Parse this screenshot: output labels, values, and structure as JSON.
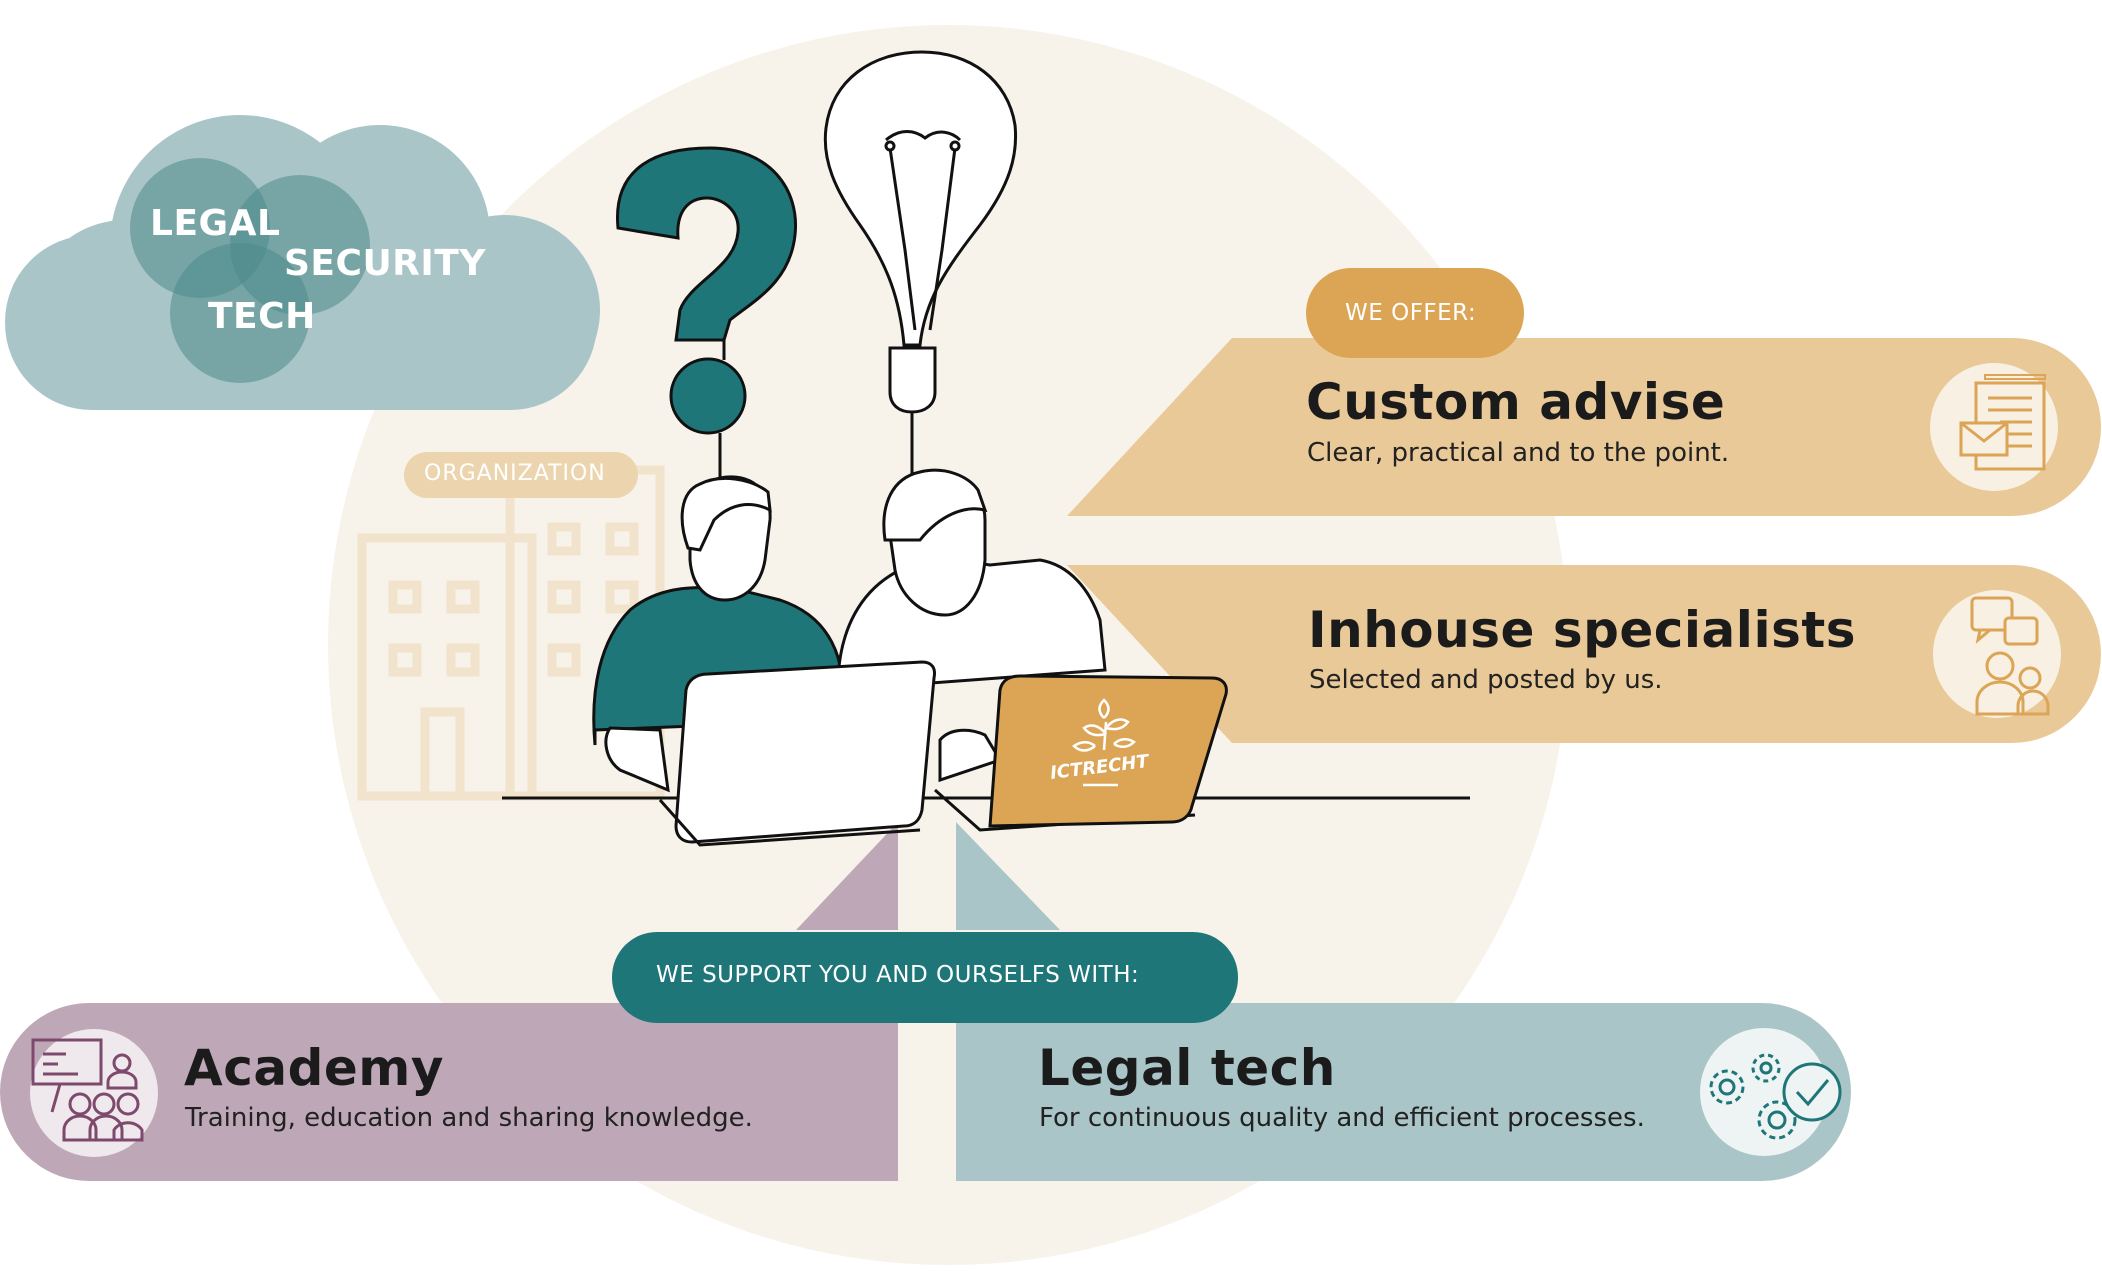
{
  "colors": {
    "background_circle": "#f8f3ea",
    "cloud": "#aac5c7",
    "cloud_circle": "#4d8b8b",
    "teal": "#1f7679",
    "sand": "#e9c998",
    "sand_dark": "#dca556",
    "mauve": "#bea8b8",
    "mauve_icon": "#7d4a6d",
    "blue_grey": "#aac5c7",
    "organization_building": "#f1e3cc"
  },
  "cloud": {
    "words": [
      "LEGAL",
      "SECURITY",
      "TECH"
    ]
  },
  "organization": {
    "label": "ORGANIZATION"
  },
  "laptop_logo": {
    "text": "ICTRECHT"
  },
  "offer": {
    "badge": "WE OFFER:",
    "cards": [
      {
        "title": "Custom advise",
        "subtitle": "Clear, practical and to the point.",
        "icon": "document-mail-icon"
      },
      {
        "title": "Inhouse specialists",
        "subtitle": "Selected and posted by us.",
        "icon": "people-chat-icon"
      }
    ]
  },
  "support": {
    "badge": "WE SUPPORT YOU AND OURSELFS WITH:",
    "cards": [
      {
        "title": "Academy",
        "subtitle": "Training, education and sharing knowledge.",
        "icon": "presentation-icon"
      },
      {
        "title": "Legal tech",
        "subtitle": "For continuous quality and efficient processes.",
        "icon": "gears-check-icon"
      }
    ]
  }
}
